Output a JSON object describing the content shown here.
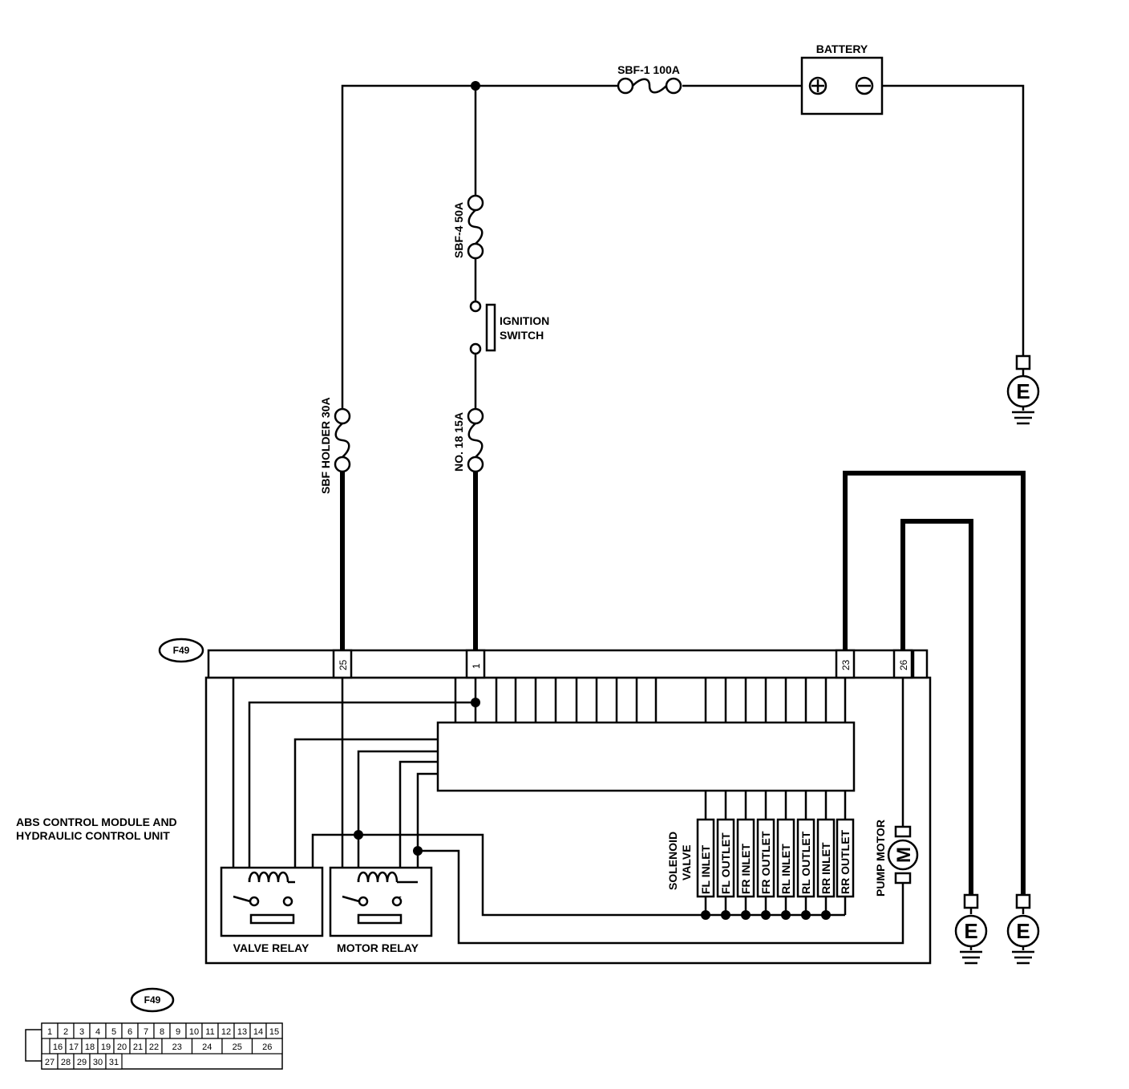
{
  "labels": {
    "battery": "BATTERY",
    "fuse_main": "SBF-1 100A",
    "fuse_sbf4": "SBF-4 50A",
    "ignition_line1": "IGNITION",
    "ignition_line2": "SWITCH",
    "fuse_holder": "SBF HOLDER 30A",
    "fuse_no18": "NO. 18 15A",
    "connector": "F49",
    "module_line1": "ABS CONTROL MODULE AND",
    "module_line2": "HYDRAULIC CONTROL UNIT",
    "solenoid_line1": "SOLENOID",
    "solenoid_line2": "VALVE",
    "pump_motor": "PUMP MOTOR",
    "motor_symbol": "M",
    "valve_relay": "VALVE RELAY",
    "motor_relay": "MOTOR RELAY",
    "ground": "E"
  },
  "pins": {
    "p25": "25",
    "p1": "1",
    "p23": "23",
    "p26": "26"
  },
  "valves": [
    "FL INLET",
    "FL OUTLET",
    "FR INLET",
    "FR OUTLET",
    "RL INLET",
    "RL OUTLET",
    "RR INLET",
    "RR OUTLET"
  ],
  "connector_table": {
    "row1": [
      "1",
      "2",
      "3",
      "4",
      "5",
      "6",
      "7",
      "8",
      "9",
      "10",
      "11",
      "12",
      "13",
      "14",
      "15"
    ],
    "row2a": [
      "16",
      "17",
      "18",
      "19",
      "20",
      "21",
      "22"
    ],
    "row2b": [
      "23",
      "24",
      "25",
      "26"
    ],
    "row3": [
      "27",
      "28",
      "29",
      "30",
      "31"
    ]
  }
}
